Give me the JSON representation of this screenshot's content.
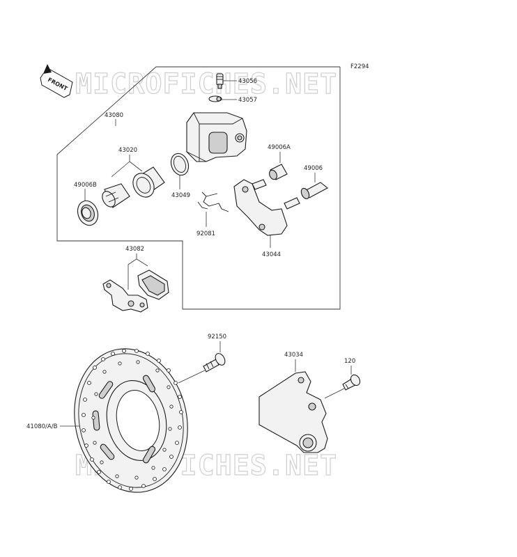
{
  "diagram": {
    "ref_code": "F2294",
    "front_label": "FRONT",
    "watermark_top": "MICROFICHES.NET",
    "watermark_bottom": "MICROFICHES.NET"
  },
  "parts": {
    "p43056": "43056",
    "p43057": "43057",
    "p43080": "43080",
    "p43020": "43020",
    "p49006A": "49006A",
    "p49006": "49006",
    "p49006B": "49006B",
    "p43049": "43049",
    "p92081": "92081",
    "p43044": "43044",
    "p43082": "43082",
    "p92150": "92150",
    "p43034": "43034",
    "p120": "120",
    "p41080": "41080/A/B"
  }
}
